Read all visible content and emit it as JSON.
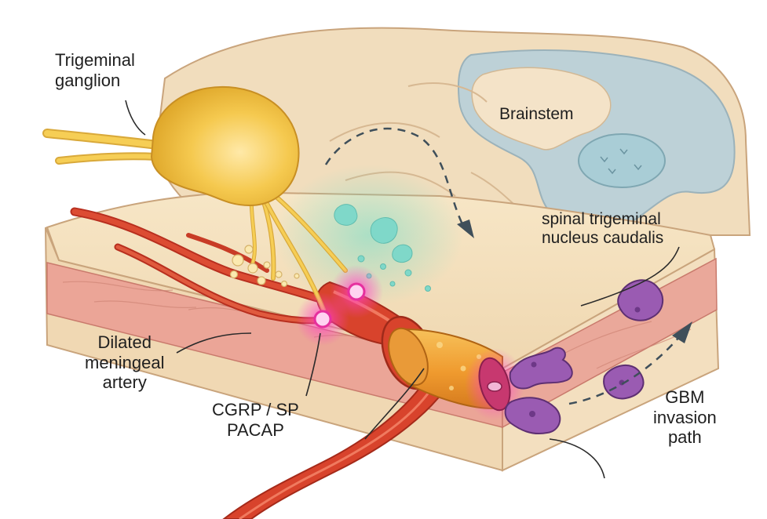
{
  "labels": {
    "trigeminal_ganglion": [
      "Trigeminal",
      "ganglion"
    ],
    "brainstem": "Brainstem",
    "spinal_nucleus": [
      "spinal trigeminal",
      "nucleus caudalis"
    ],
    "dilated_artery": [
      "Dilated",
      "meningeal",
      "artery"
    ],
    "neuropeptides": [
      "CGRP / SP",
      "PACAP"
    ],
    "gbm_path": [
      "GBM",
      "invasion",
      "path"
    ]
  },
  "colors": {
    "tissue": "#f3dcb9",
    "tissue_edge": "#c9a47c",
    "brainstem": "#b9cfd6",
    "ganglion": "#f2c24a",
    "artery": "#d8432c",
    "vessel_tube": "#f1a23a",
    "meninges": "#e9a294",
    "neuropeptide_glow": "#ff3fc7",
    "diffusion_glow": "#6fdcc9",
    "tumor_cell": "#9a5bb2"
  },
  "icons": [
    "ganglion-shape",
    "nerve-fibers",
    "artery-shape",
    "tumor-cell-icon",
    "neuropeptide-glow-icon",
    "dashed-arrow-icon"
  ]
}
